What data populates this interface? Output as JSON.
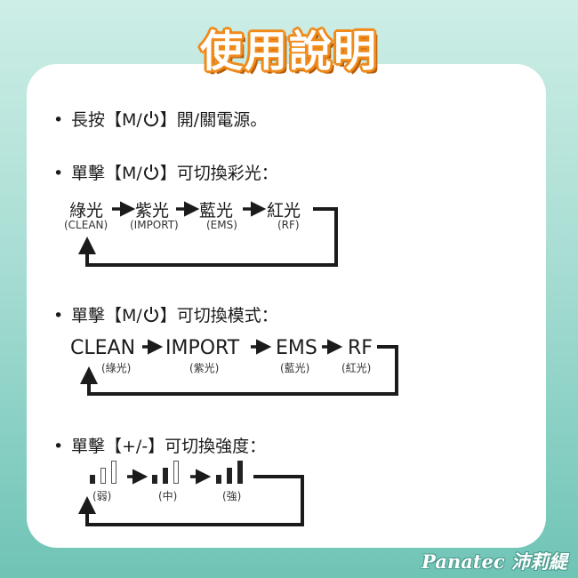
{
  "title": "使用說明",
  "brand": "Panatec 沛莉緹",
  "sections": [
    {
      "bullet": "•",
      "pre": "長按【M/",
      "post": "】開/關電源。"
    },
    {
      "bullet": "•",
      "pre": "單擊【M/",
      "post": "】可切換彩光：",
      "cycle": [
        {
          "main": "綠光",
          "sub": "(CLEAN)"
        },
        {
          "main": "紫光",
          "sub": "(IMPORT)"
        },
        {
          "main": "藍光",
          "sub": "(EMS)"
        },
        {
          "main": "紅光",
          "sub": "(RF)"
        }
      ]
    },
    {
      "bullet": "•",
      "pre": "單擊【M/",
      "post": "】可切換模式：",
      "cycle": [
        {
          "main": "CLEAN",
          "sub": "(綠光)"
        },
        {
          "main": "IMPORT",
          "sub": "(紫光)"
        },
        {
          "main": "EMS",
          "sub": "(藍光)"
        },
        {
          "main": "RF",
          "sub": "(紅光)"
        }
      ]
    },
    {
      "bullet": "•",
      "text": "單擊【+/-】可切換強度：",
      "levels": [
        {
          "sub": "(弱)",
          "filled": 1
        },
        {
          "sub": "(中)",
          "filled": 2
        },
        {
          "sub": "(強)",
          "filled": 3
        }
      ]
    }
  ]
}
